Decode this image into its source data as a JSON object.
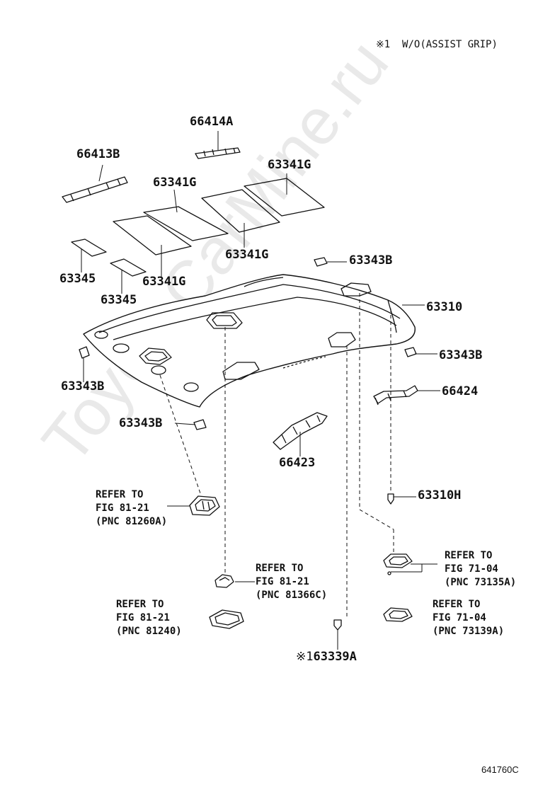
{
  "watermark": "ToyotaCarMine.ru",
  "note": {
    "marker": "※1",
    "text": "W/O(ASSIST GRIP)"
  },
  "figure_code": "641760C",
  "labels": {
    "p66414A": "66414A",
    "p66413B": "66413B",
    "p63341G_a": "63341G",
    "p63341G_b": "63341G",
    "p63341G_c": "63341G",
    "p63341G_d": "63341G",
    "p63345_a": "63345",
    "p63345_b": "63345",
    "p63343B_a": "63343B",
    "p63343B_b": "63343B",
    "p63343B_c": "63343B",
    "p63343B_d": "63343B",
    "p63310": "63310",
    "p66424": "66424",
    "p66423": "66423",
    "p63310H": "63310H",
    "p63339A": "63339A",
    "p63339A_marker": "※1"
  },
  "refs": {
    "r81260A": {
      "line1": "REFER TO",
      "line2": "FIG 81-21",
      "line3": "(PNC 81260A)"
    },
    "r81366C": {
      "line1": "REFER TO",
      "line2": "FIG 81-21",
      "line3": "(PNC 81366C)"
    },
    "r81240": {
      "line1": "REFER TO",
      "line2": "FIG 81-21",
      "line3": "(PNC 81240)"
    },
    "r73135A": {
      "line1": "REFER TO",
      "line2": "FIG 71-04",
      "line3": "(PNC 73135A)"
    },
    "r73139A": {
      "line1": "REFER TO",
      "line2": "FIG 71-04",
      "line3": "(PNC 73139A)"
    }
  }
}
